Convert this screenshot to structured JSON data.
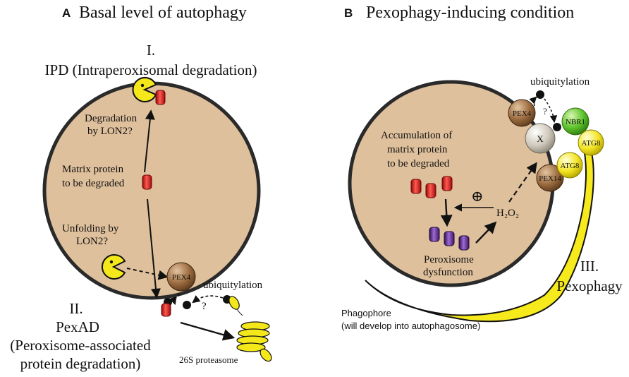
{
  "panel_a": {
    "letter": "A",
    "title": "Basal level of autophagy",
    "ipd_numeral": "I.",
    "ipd_label": "IPD (Intraperoxisomal degradation)",
    "degradation_line1": "Degradation",
    "degradation_line2": "by LON2?",
    "matrix_line1": "Matrix protein",
    "matrix_line2": "to be degraded",
    "unfolding_line1": "Unfolding by",
    "unfolding_line2": "LON2?",
    "pex4": "PEX4",
    "ubiquitylation": "ubiquitylation",
    "question": "?",
    "pexad_numeral": "II.",
    "pexad_label": "PexAD",
    "pexad_line1": "(Peroxisome-associated",
    "pexad_line2": "protein degradation)",
    "proteasome": "26S proteasome"
  },
  "panel_b": {
    "letter": "B",
    "title": "Pexophagy-inducing condition",
    "ubiquitylation": "ubiquitylation",
    "question": "?",
    "pex4": "PEX4",
    "x": "X",
    "nbr1": "NBR1",
    "atg8_top": "ATG8",
    "atg8_bottom": "ATG8",
    "pex14": "PEX14",
    "accum_line1": "Accumulation of",
    "accum_line2": "matrix protein",
    "accum_line3": "to be degraded",
    "plus": "⊕",
    "h2o2": "H₂O₂",
    "dysfunction_line1": "Peroxisome",
    "dysfunction_line2": "dysfunction",
    "pexophagy_numeral": "III.",
    "pexophagy_label": "Pexophagy",
    "phagophore_line1": "Phagophore",
    "phagophore_line2": "(will develop into autophagosome)"
  },
  "colors": {
    "peroxisome_fill": "#dfc09c",
    "membrane": "#2a2a2a",
    "red_protein": "#d0161c",
    "purple_protein": "#5b2a8c",
    "pacman": "#f5e81a",
    "phagophore": "#f6ea1c",
    "pex_brown": "#9a6a3e",
    "x_grey": "#d9d4c8",
    "nbr1_green": "#5cc22a",
    "atg8_yellow": "#f2e422"
  }
}
